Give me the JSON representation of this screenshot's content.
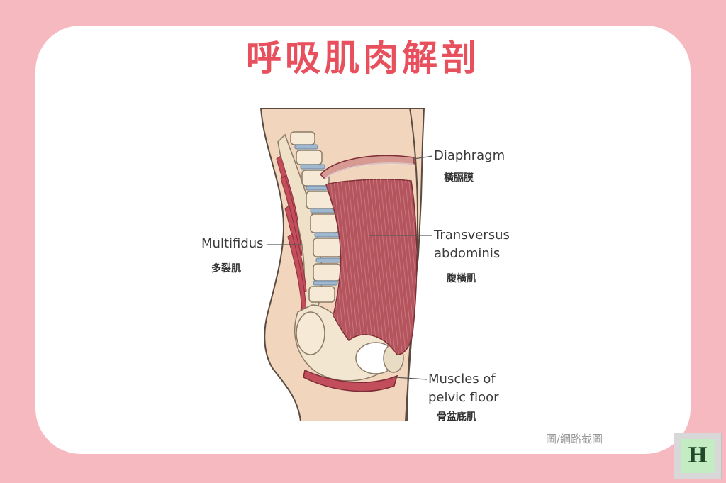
{
  "title": "呼吸肌肉解剖",
  "labels": {
    "diaphragm": {
      "en": "Diaphragm",
      "zh": "橫膈膜"
    },
    "transversus": {
      "en_line1": "Transversus",
      "en_line2": "abdominis",
      "zh": "腹橫肌"
    },
    "multifidus": {
      "en": "Multifidus",
      "zh": "多裂肌"
    },
    "pelvic_floor": {
      "en_line1": "Muscles of",
      "en_line2": "pelvic floor",
      "zh": "骨盆底肌"
    }
  },
  "credit": "圖/網路截圖",
  "logo": "H",
  "colors": {
    "background": "#f7b9c0",
    "card": "#ffffff",
    "title": "#e8505e",
    "skin": "#f1d6bd",
    "muscle": "#b4545d",
    "bone": "#f1e4cf"
  }
}
